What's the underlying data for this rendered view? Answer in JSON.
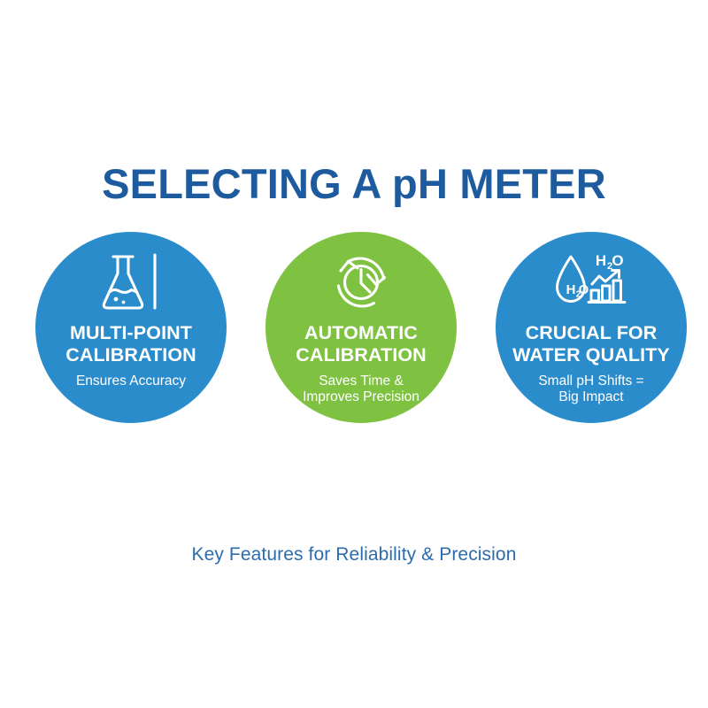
{
  "page": {
    "title": "SELECTING A pH METER",
    "footer_caption": "Key Features for Reliability & Precision",
    "background_color": "#ffffff",
    "title_color": "#1d5b9e",
    "footer_color": "#2c6cae"
  },
  "features": [
    {
      "id": "multi-point-calibration",
      "icon": "flask-icon",
      "heading": "MULTI-POINT\nCALIBRATION",
      "subtext": "Ensures Accuracy",
      "color": "#2b8ccb",
      "color_name": "blue",
      "text_color": "#ffffff"
    },
    {
      "id": "automatic-calibration",
      "icon": "clock-refresh-icon",
      "heading": "AUTOMATIC\nCALIBRATION",
      "subtext": "Saves Time &\nImproves Precision",
      "color": "#7fc242",
      "color_name": "green",
      "text_color": "#ffffff"
    },
    {
      "id": "crucial-for-water-quality",
      "icon": "water-droplet-chart-icon",
      "heading": "CRUCIAL FOR\nWATER QUALITY",
      "subtext": "Small pH Shifts =\nBig Impact",
      "color": "#2b8ccb",
      "color_name": "blue",
      "text_color": "#ffffff",
      "icon_labels": {
        "droplet_label": "H2O",
        "chart_label": "H2O"
      }
    }
  ]
}
